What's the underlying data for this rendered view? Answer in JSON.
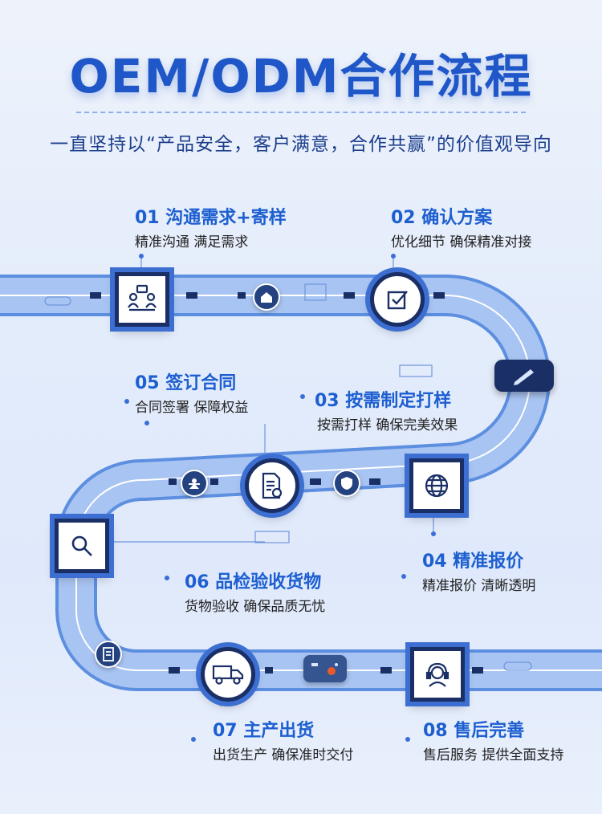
{
  "header": {
    "title": "OEM/ODM合作流程",
    "subtitle": "一直坚持以“产品安全，客户满意，合作共赢”的价值观导向"
  },
  "steps": [
    {
      "title": "01 沟通需求+寄样",
      "desc": "精准沟通 满足需求",
      "icon": "meeting-icon"
    },
    {
      "title": "02 确认方案",
      "desc": "优化细节 确保精准对接",
      "icon": "checkbox-icon"
    },
    {
      "title": "03 按需制定打样",
      "desc": "按需打样 确保完美效果",
      "icon": "globe-icon"
    },
    {
      "title": "04 精准报价",
      "desc": "精准报价 清晰透明",
      "icon": "globe-icon"
    },
    {
      "title": "05 签订合同",
      "desc": "合同签署 保障权益",
      "icon": "contract-icon"
    },
    {
      "title": "06 品检验收货物",
      "desc": "货物验收 确保品质无忧",
      "icon": "magnifier-icon"
    },
    {
      "title": "07 主产出货",
      "desc": "出货生产 确保准时交付",
      "icon": "truck-icon"
    },
    {
      "title": "08 售后完善",
      "desc": "售后服务 提供全面支持",
      "icon": "headset-icon"
    }
  ],
  "colors": {
    "accent": "#1f57c9",
    "road": "#9fbdef",
    "road_edge": "#5d8fe0",
    "node_border": "#1a2f66"
  }
}
